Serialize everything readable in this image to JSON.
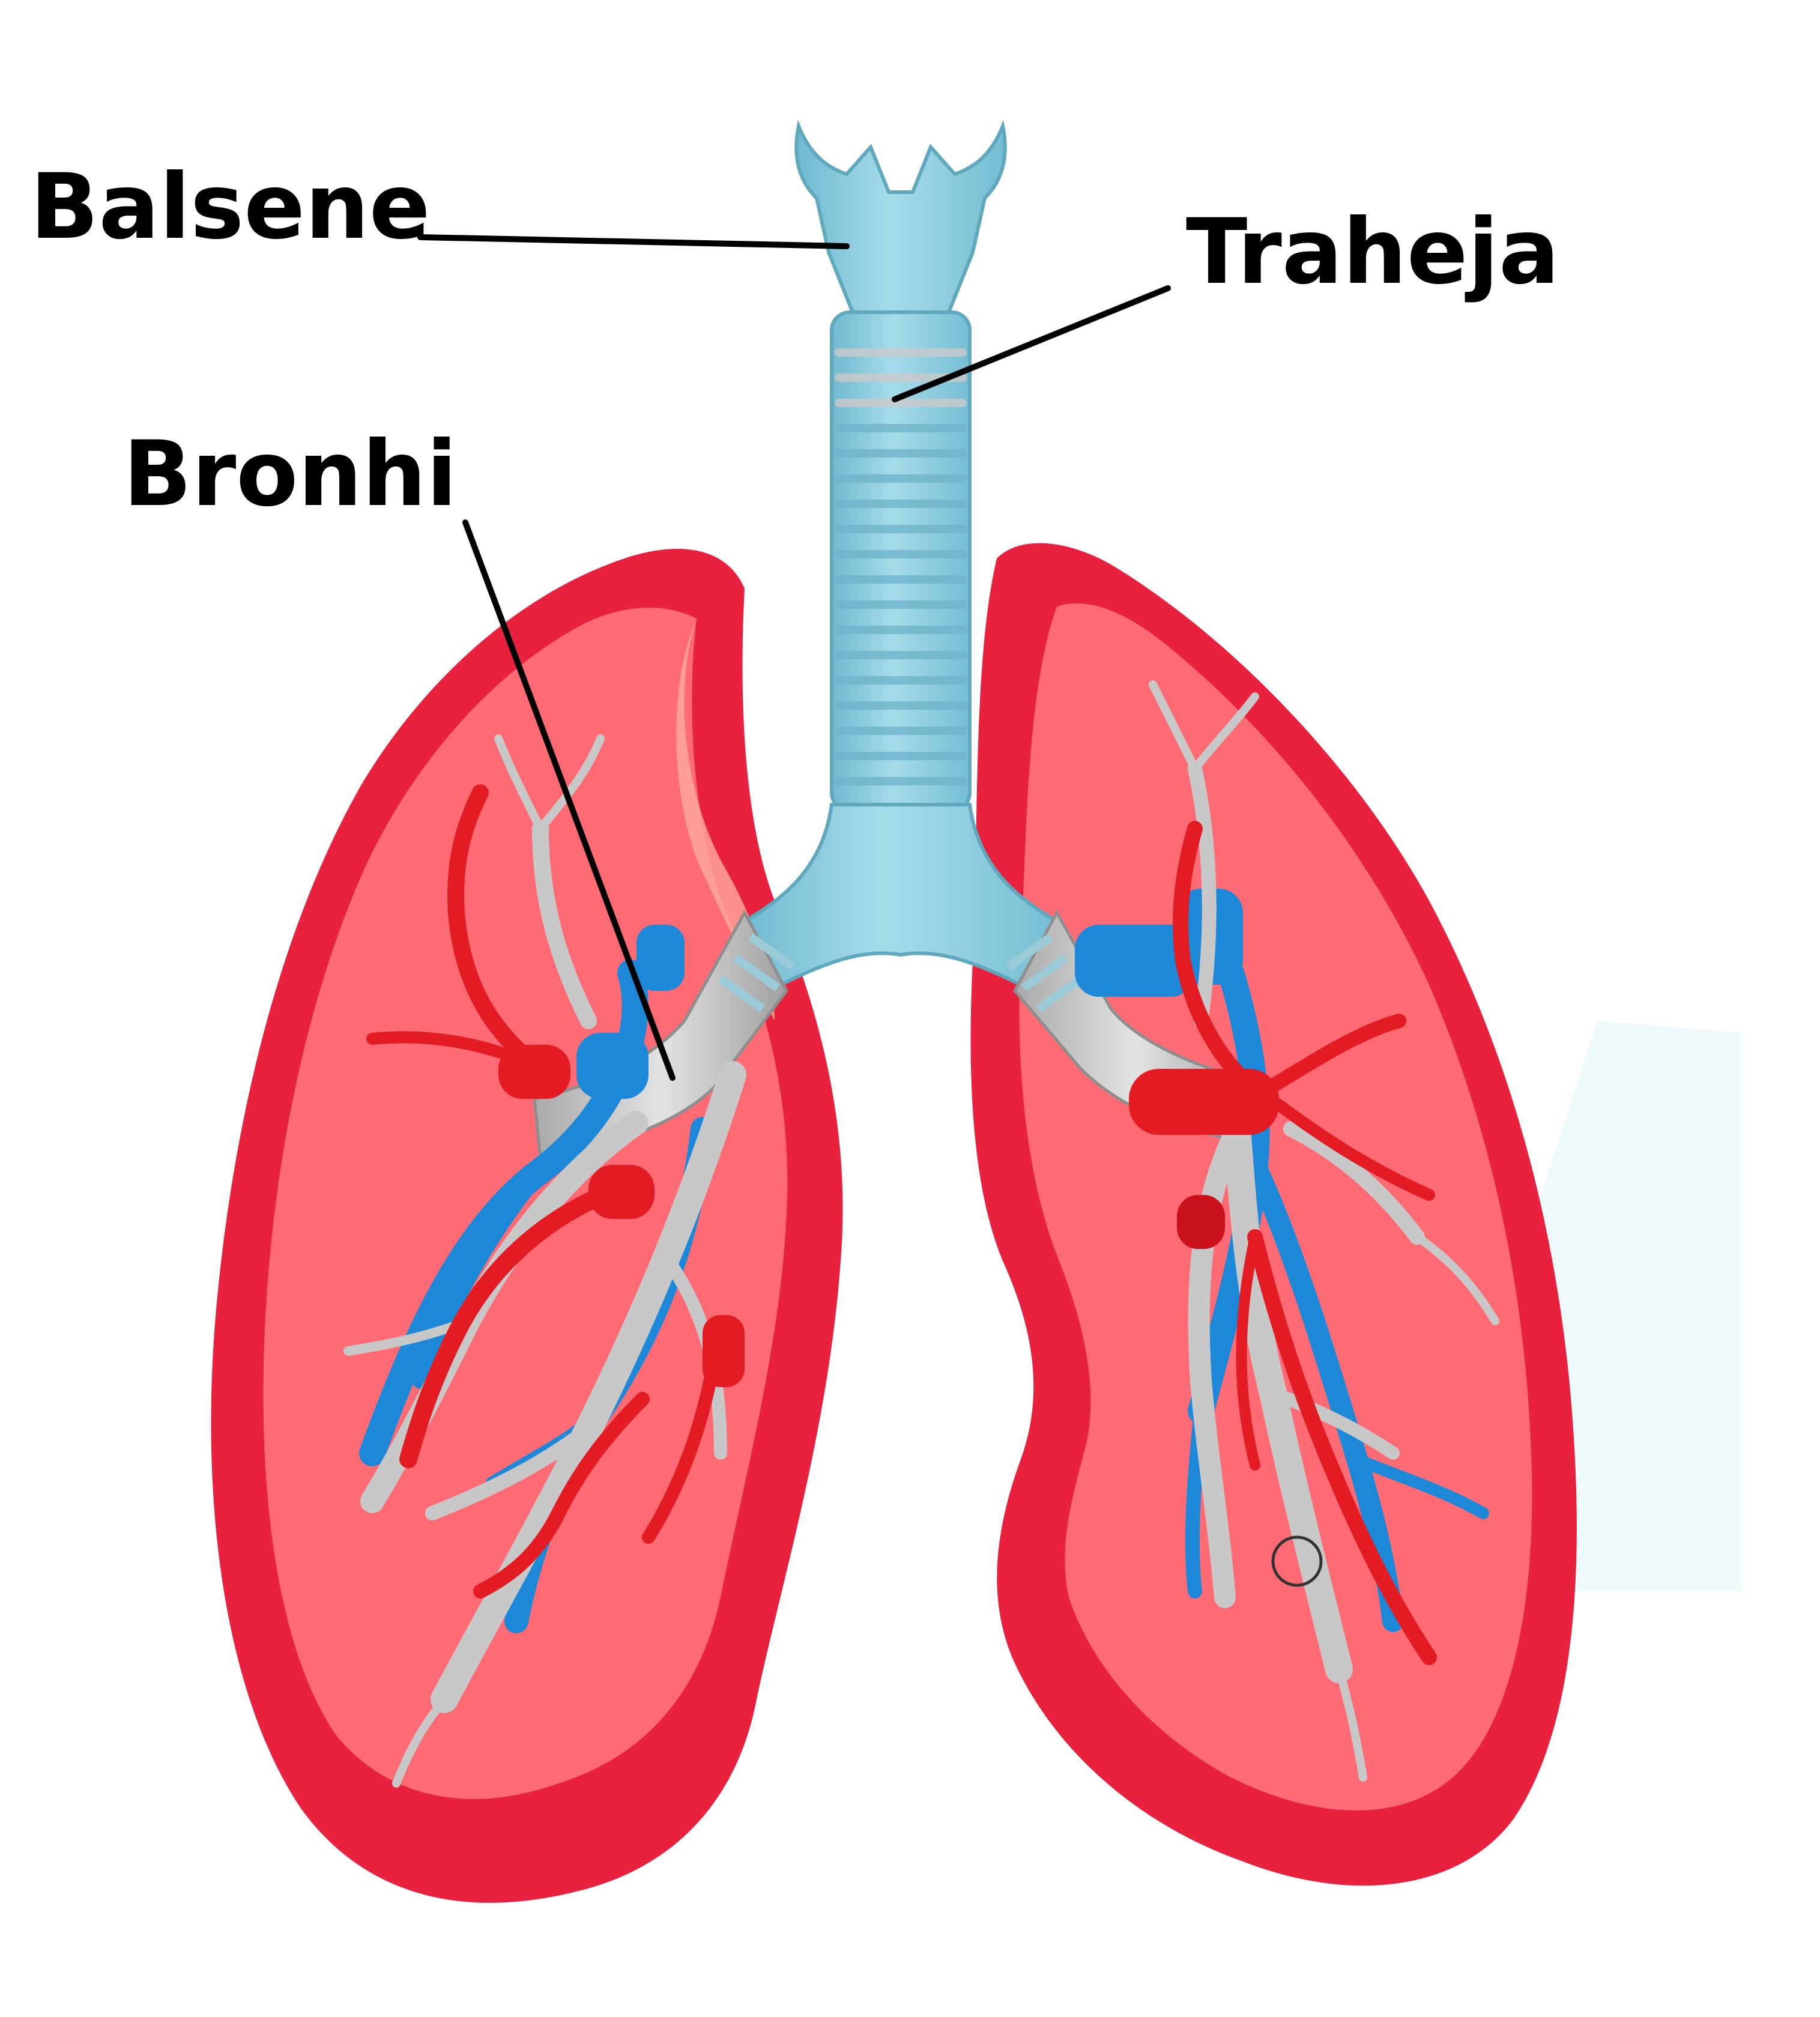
{
  "labels": {
    "balsene": "Balsene",
    "traheja": "Traheja",
    "bronhi": "Bronhi"
  },
  "colors": {
    "lung_outer": "#e8213f",
    "lung_inner": "#ff6b74",
    "lung_rim": "#ff8a8c",
    "trachea": "#8fd0e0",
    "trachea_ring": "#c9c9c9",
    "bronchi_gray": "#cfcfcf",
    "vein_blue": "#1e88d8",
    "artery_red": "#e31b23",
    "leader_line": "#000000"
  }
}
